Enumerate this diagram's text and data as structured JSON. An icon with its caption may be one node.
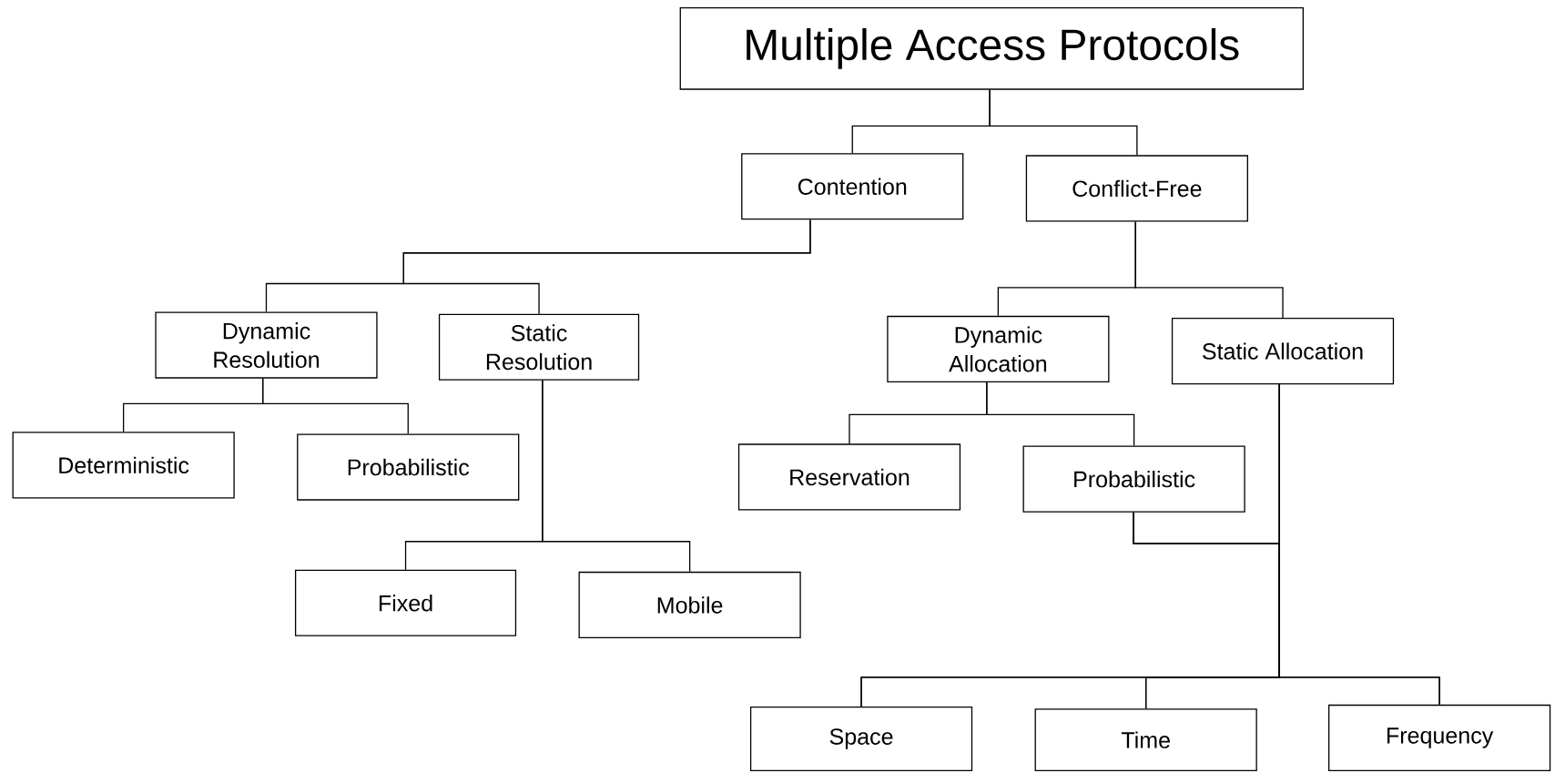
{
  "diagram": {
    "nodes": [
      {
        "text": [
          "Multiple Access Protocols"
        ]
      },
      {
        "text": [
          "Contention"
        ]
      },
      {
        "text": [
          "Conflict-Free"
        ]
      },
      {
        "text": [
          "Dynamic Resolution"
        ]
      },
      {
        "text": [
          "Static Resolution"
        ]
      },
      {
        "text": [
          "Dynamic Allocation"
        ]
      },
      {
        "text": [
          "Static Allocation"
        ]
      },
      {
        "text": [
          "Deterministic"
        ]
      },
      {
        "text": [
          "Probabilistic"
        ]
      },
      {
        "text": [
          "Fixed"
        ]
      },
      {
        "text": [
          "Mobile"
        ]
      },
      {
        "text": [
          "Reservation"
        ]
      },
      {
        "text": [
          "Probabilistic"
        ]
      },
      {
        "text": [
          "Space"
        ]
      },
      {
        "text": [
          "Time"
        ]
      },
      {
        "text": [
          "Frequency"
        ]
      }
    ],
    "edges": [
      {
        "from": 0,
        "to": 1,
        "arrow": "none"
      },
      {
        "from": 0,
        "to": 2,
        "arrow": "none"
      },
      {
        "from": 1,
        "to": 3,
        "arrow": "none"
      },
      {
        "from": 1,
        "to": 4,
        "arrow": "none"
      },
      {
        "from": 3,
        "to": 7,
        "arrow": "none"
      },
      {
        "from": 3,
        "to": 8,
        "arrow": "none"
      },
      {
        "from": 4,
        "to": 9,
        "arrow": "none"
      },
      {
        "from": 4,
        "to": 10,
        "arrow": "none"
      },
      {
        "from": 2,
        "to": 5,
        "arrow": "none"
      },
      {
        "from": 2,
        "to": 6,
        "arrow": "none"
      },
      {
        "from": 5,
        "to": 11,
        "arrow": "none"
      },
      {
        "from": 5,
        "to": 12,
        "arrow": "none"
      },
      {
        "from": 6,
        "to": 13,
        "arrow": "none"
      },
      {
        "from": 6,
        "to": 14,
        "arrow": "none"
      },
      {
        "from": 6,
        "to": 15,
        "arrow": "none"
      },
      {
        "from": 12,
        "to": 13,
        "arrow": "none"
      },
      {
        "from": 12,
        "to": 14,
        "arrow": "none"
      },
      {
        "from": 12,
        "to": 15,
        "arrow": "none"
      }
    ]
  }
}
